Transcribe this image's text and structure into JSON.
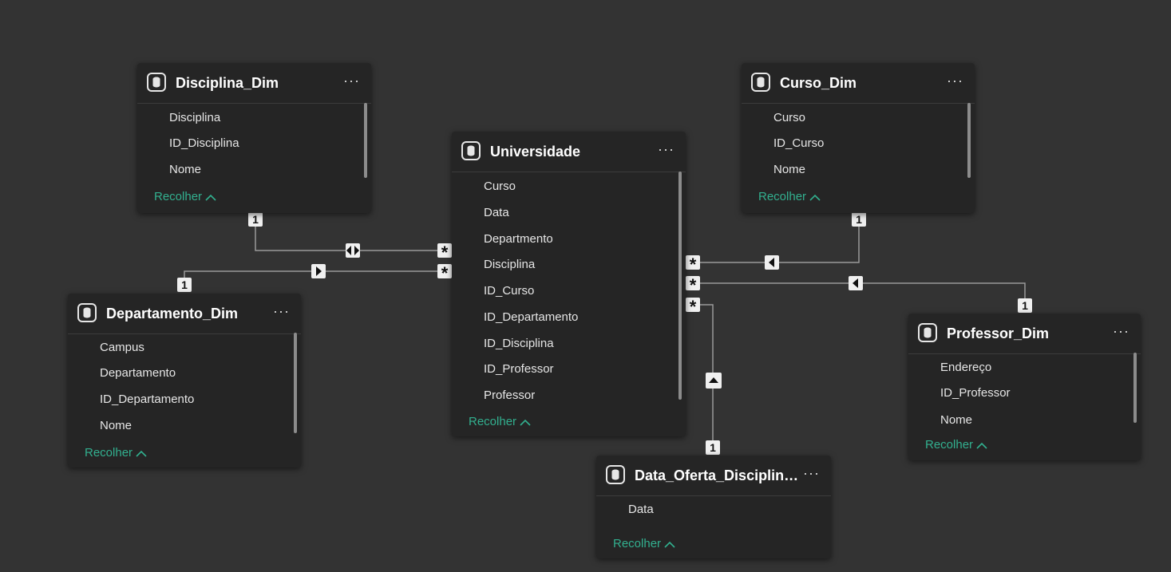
{
  "tables": {
    "disciplina": {
      "title": "Disciplina_Dim",
      "fields": [
        "Disciplina",
        "ID_Disciplina",
        "Nome"
      ],
      "collapse_label": "Recolher"
    },
    "curso": {
      "title": "Curso_Dim",
      "fields": [
        "Curso",
        "ID_Curso",
        "Nome"
      ],
      "collapse_label": "Recolher"
    },
    "universidade": {
      "title": "Universidade",
      "fields": [
        "Curso",
        "Data",
        "Departmento",
        "Disciplina",
        "ID_Curso",
        "ID_Departamento",
        "ID_Disciplina",
        "ID_Professor",
        "Professor"
      ],
      "collapse_label": "Recolher"
    },
    "departamento": {
      "title": "Departamento_Dim",
      "fields": [
        "Campus",
        "Departamento",
        "ID_Departamento",
        "Nome"
      ],
      "collapse_label": "Recolher"
    },
    "professor": {
      "title": "Professor_Dim",
      "fields": [
        "Endereço",
        "ID_Professor",
        "Nome"
      ],
      "collapse_label": "Recolher"
    },
    "data_oferta": {
      "title": "Data_Oferta_Disciplina_...",
      "fields": [
        "Data"
      ],
      "collapse_label": "Recolher"
    }
  },
  "relationships": {
    "one_label": "1",
    "many_label": "*"
  },
  "colors": {
    "canvas": "#333333",
    "card": "#252525",
    "accent": "#32b08f",
    "connector": "#9a9a9a",
    "marker": "#f0f0f0"
  },
  "icons": {
    "table_icon": "database-icon",
    "menu_icon": "more-options-icon",
    "collapse_icon": "chevron-up-icon"
  }
}
